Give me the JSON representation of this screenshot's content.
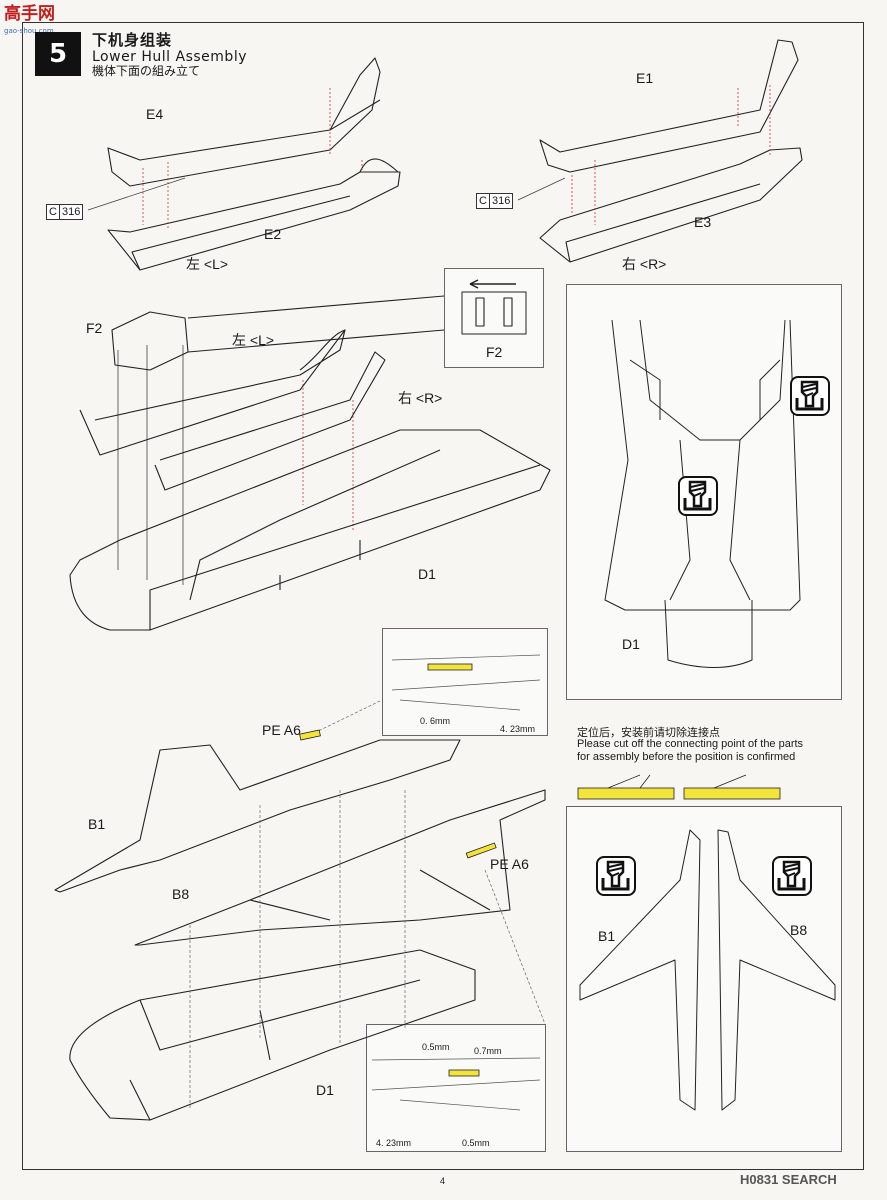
{
  "watermark": {
    "logo_text": "高手网",
    "logo_url": "gao-shou.com"
  },
  "step": {
    "number": "5",
    "title_zh": "下机身组装",
    "title_en": "Lower Hull Assembly",
    "title_ja": "機体下面の組み立て"
  },
  "labels": {
    "e4": "E4",
    "e2": "E2",
    "e1": "E1",
    "e3": "E3",
    "left_top": "左 <L>",
    "right_top": "右 <R>",
    "f2": "F2",
    "f2_detail": "F2",
    "left_mid": "左 <L>",
    "right_mid": "右 <R>",
    "d1_mid": "D1",
    "d1_right": "D1",
    "pe_a6_1": "PE A6",
    "pe_a6_2": "PE A6",
    "b1": "B1",
    "b8": "B8",
    "d1_bottom": "D1",
    "b1_right": "B1",
    "b8_right": "B8"
  },
  "refs": [
    {
      "letter": "C",
      "number": "316"
    },
    {
      "letter": "C",
      "number": "316"
    }
  ],
  "dims": {
    "d06": "0. 6mm",
    "d423a": "4. 23mm",
    "d05a": "0.5mm",
    "d07": "0.7mm",
    "d423b": "4. 23mm",
    "d05b": "0.5mm"
  },
  "note": {
    "zh": "定位后，安装前请切除连接点",
    "en_line1": "Please cut off the connecting point of the parts",
    "en_line2": "for assembly before the position is confirmed"
  },
  "page_number": "4",
  "bottom_watermark": "H0831 SEARCH"
}
